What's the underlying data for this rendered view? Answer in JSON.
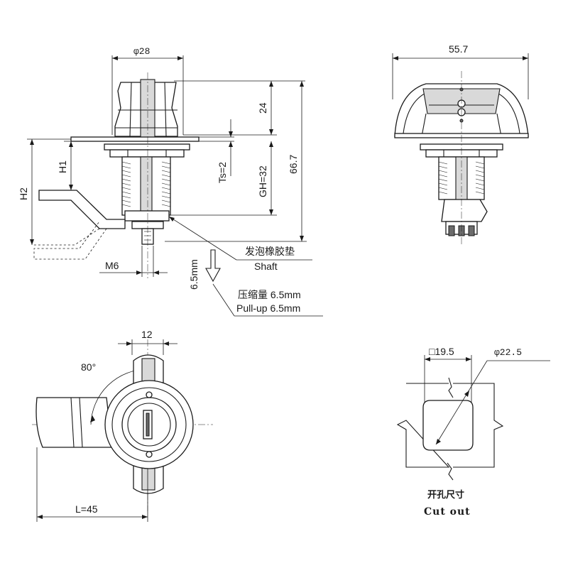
{
  "labels": {
    "diam_top": "φ28",
    "dim_24": "24",
    "dim_66_7": "66.7",
    "ts": "Ts=2",
    "gh": "GH=32",
    "h1": "H1",
    "h2": "H2",
    "m6": "M6",
    "dim_6_5mm": "6.5mm",
    "foam_cn": "发泡橡胶垫",
    "shaft_en": "Shaft",
    "compress_cn": "压缩量 6.5mm",
    "pullup_en": "Pull-up 6.5mm",
    "width_55_7": "55.7",
    "dim_12": "12",
    "angle_80": "80°",
    "l45": "L=45",
    "square_19_5": "□19.5",
    "diam_22_5": "φ22.5",
    "cutout_cn": "开孔尺寸",
    "cutout_en": "Cut out"
  },
  "colors": {
    "line": "#1a1a1a",
    "shade": "#d9d9d9",
    "dark": "#6b6b6b",
    "background": "#ffffff"
  }
}
